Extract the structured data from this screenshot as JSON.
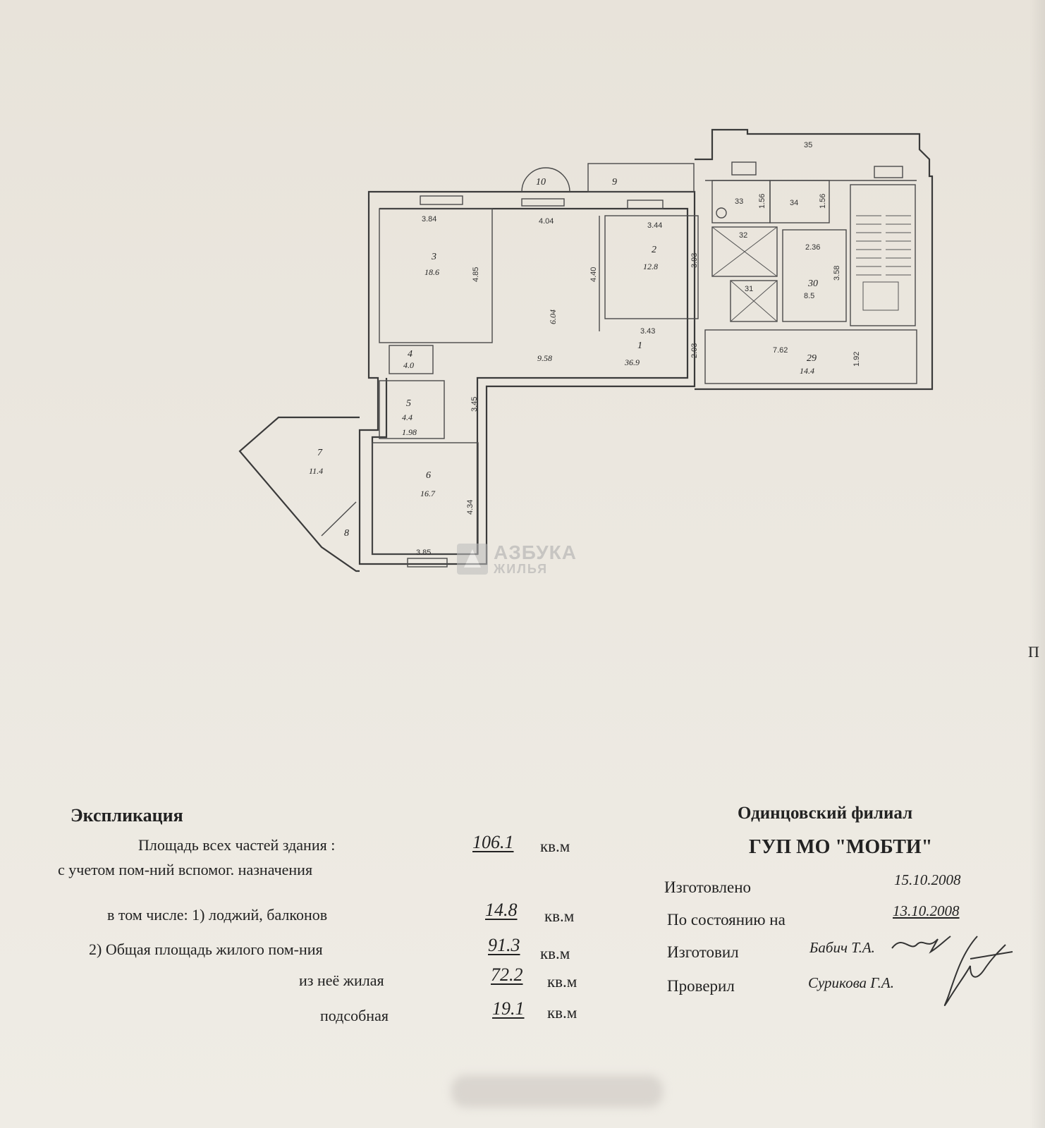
{
  "plan": {
    "rooms": [
      {
        "num": "1",
        "area": "36.9"
      },
      {
        "num": "2",
        "area": "12.8"
      },
      {
        "num": "3",
        "area": "18.6"
      },
      {
        "num": "4",
        "area": "4.0"
      },
      {
        "num": "5",
        "area": "4.4"
      },
      {
        "num": "6",
        "area": "16.7"
      },
      {
        "num": "7",
        "area": "11.4"
      },
      {
        "num": "8",
        "area": ""
      },
      {
        "num": "9",
        "area": ""
      },
      {
        "num": "10",
        "area": ""
      },
      {
        "num": "29",
        "area": "14.4"
      },
      {
        "num": "30",
        "area": "8.5"
      },
      {
        "num": "31",
        "area": ""
      },
      {
        "num": "32",
        "area": ""
      },
      {
        "num": "33",
        "area": ""
      },
      {
        "num": "34",
        "area": ""
      },
      {
        "num": "35",
        "area": ""
      }
    ],
    "dimensions": [
      "3.84",
      "4.04",
      "3.44",
      "4.85",
      "4.40",
      "3.93",
      "6.04",
      "3.43",
      "2.03",
      "9.58",
      "7.62",
      "1.92",
      "3.45",
      "1.98",
      "4.34",
      "3.85",
      "2.36",
      "3.58",
      "1.56",
      "1.56"
    ]
  },
  "watermark": {
    "line1": "АЗБУКА",
    "line2": "ЖИЛЬЯ"
  },
  "explication": {
    "title": "Экспликация",
    "total_label_1": "Площадь всех частей здания :",
    "total_label_2": "с учетом пом-ний вспомог. назначения",
    "total_value": "106.1",
    "loggia_label": "в том числе: 1) лоджий, балконов",
    "loggia_value": "14.8",
    "common_label": "2) Общая площадь жилого пом-ния",
    "common_value": "91.3",
    "living_label": "из неё жилая",
    "living_value": "72.2",
    "aux_label": "подсобная",
    "aux_value": "19.1",
    "unit": "кв.м"
  },
  "issuer": {
    "branch": "Одинцовский филиал",
    "org": "ГУП МО \"МОБТИ\"",
    "made_label": "Изготовлено",
    "made_value": "15.10.2008",
    "state_label": "По состоянию на",
    "state_value": "13.10.2008",
    "maker_label": "Изготовил",
    "maker_value": "Бабич Т.А.",
    "checker_label": "Проверил",
    "checker_value": "Сурикова Г.А."
  },
  "edge_mark": "П"
}
